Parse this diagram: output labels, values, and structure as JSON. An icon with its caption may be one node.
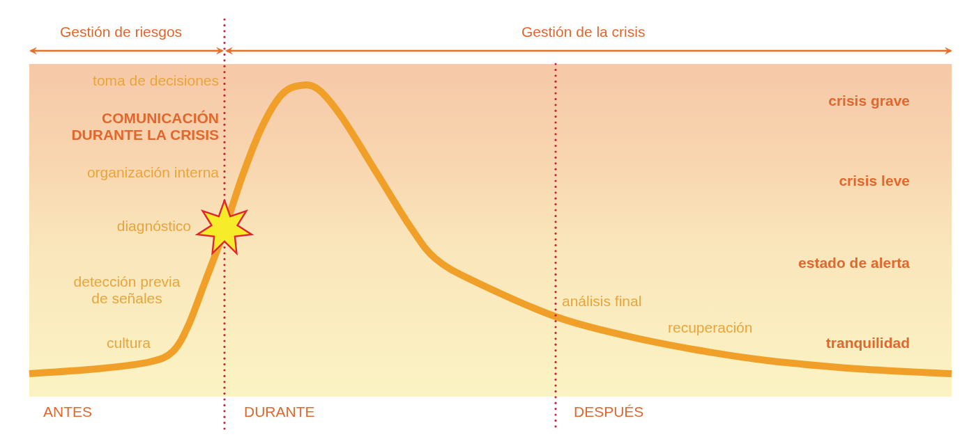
{
  "diagram": {
    "labels": [
      "Gestión de riesgos",
      "Gestión de la crisis",
      "toma de decisiones",
      "crisis grave",
      "COMUNICACIÓN DURANTE LA CRISIS",
      "organización interna",
      "crisis leve",
      "diagnóstico",
      "estado de alerta",
      "detección previa de señales",
      "análisis final",
      "recuperación",
      "cultura",
      "tranquilidad",
      "ANTES",
      "DURANTE",
      "DESPUÉS"
    ]
  }
}
